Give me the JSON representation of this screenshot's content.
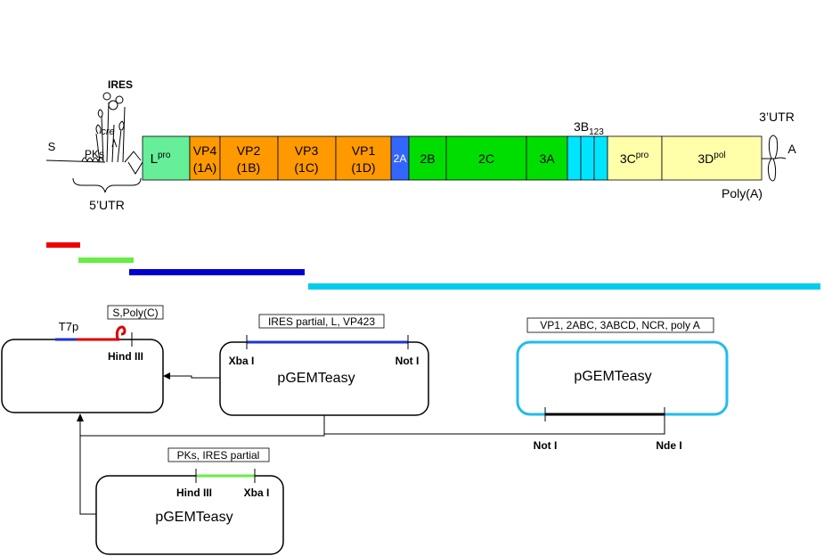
{
  "genome": {
    "s_label": "S",
    "pks_label": "PKs",
    "ires_label": "IRES",
    "cre_label": "cre",
    "utr5_label": "5’UTR",
    "utr3_label": "3’UTR",
    "a_label": "A",
    "polya_label": "Poly(A)",
    "b3_label": "3B",
    "b3_sub": "123",
    "segments": [
      {
        "id": "lpro",
        "main": "L",
        "sup": "pro",
        "color": "#66ee99"
      },
      {
        "id": "vp4",
        "line1": "VP4",
        "line2": "(1A)",
        "color": "#ff9900"
      },
      {
        "id": "vp2",
        "line1": "VP2",
        "line2": "(1B)",
        "color": "#ff9900"
      },
      {
        "id": "vp3",
        "line1": "VP3",
        "line2": "(1C)",
        "color": "#ff9900"
      },
      {
        "id": "vp1",
        "line1": "VP1",
        "line2": "(1D)",
        "color": "#ff9900"
      },
      {
        "id": "a2",
        "label": "2A",
        "color": "#3366ff"
      },
      {
        "id": "b2",
        "label": "2B",
        "color": "#00dd00"
      },
      {
        "id": "c2",
        "label": "2C",
        "color": "#00dd00"
      },
      {
        "id": "a3",
        "label": "3A",
        "color": "#00dd00"
      },
      {
        "id": "b3a",
        "label": "",
        "color": "#00e5ff"
      },
      {
        "id": "b3b",
        "label": "",
        "color": "#00e5ff"
      },
      {
        "id": "b3c",
        "label": "",
        "color": "#00e5ff"
      },
      {
        "id": "c3",
        "main": "3C",
        "sup": "pro",
        "color": "#ffffaa"
      },
      {
        "id": "d3",
        "main": "3D",
        "sup": "pol",
        "color": "#ffffaa"
      }
    ]
  },
  "fragment_colors": {
    "red": "#ee0000",
    "green": "#66ee44",
    "blue": "#0000cc",
    "cyan": "#00ccee"
  },
  "plasmid_main": {
    "t7p": "T7p",
    "s_polyc": "S,Poly(C)",
    "hind": "Hind III"
  },
  "plasmid_blue": {
    "label": "IRES partial, L, VP423",
    "xba": "Xba I",
    "not": "Not I",
    "name": "pGEMTeasy"
  },
  "plasmid_cyan": {
    "label": "VP1, 2ABC, 3ABCD, NCR, poly A",
    "name": "pGEMTeasy",
    "not": "Not I",
    "nde": "Nde I"
  },
  "plasmid_green": {
    "label": "PKs, IRES partial",
    "hind": "Hind III",
    "xba": "Xba I",
    "name": "pGEMTeasy"
  }
}
